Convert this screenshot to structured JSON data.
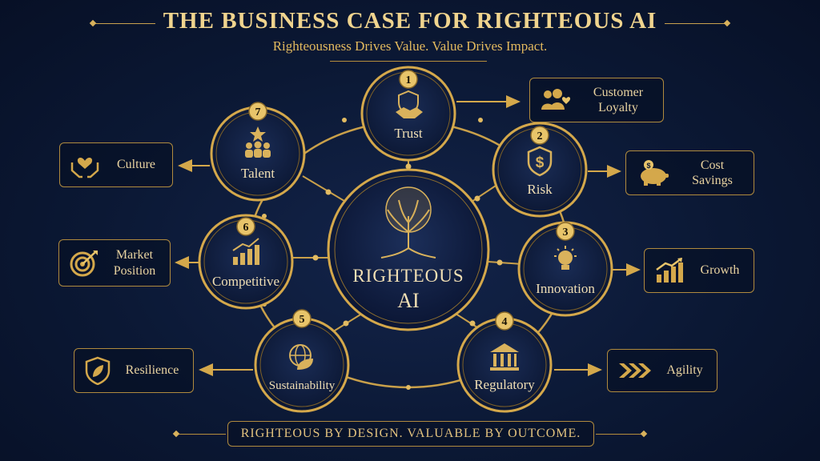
{
  "header": {
    "title": "THE BUSINESS CASE FOR RIGHTEOUS AI",
    "subtitle": "Righteousness Drives Value.  Value Drives Impact."
  },
  "center": {
    "line1": "RIGHTEOUS",
    "line2": "AI",
    "icon": "tree-icon"
  },
  "nodes": [
    {
      "number": "1",
      "label": "Trust",
      "icon": "handshake-shield-icon"
    },
    {
      "number": "2",
      "label": "Risk",
      "icon": "dollar-shield-icon"
    },
    {
      "number": "3",
      "label": "Innovation",
      "icon": "lightbulb-icon"
    },
    {
      "number": "4",
      "label": "Regulatory",
      "icon": "bank-building-icon"
    },
    {
      "number": "5",
      "label": "Sustainability",
      "icon": "globe-leaf-icon"
    },
    {
      "number": "6",
      "label": "Competitive",
      "icon": "bar-growth-icon"
    },
    {
      "number": "7",
      "label": "Talent",
      "icon": "people-star-icon"
    }
  ],
  "outcomes": {
    "customer_loyalty": {
      "line1": "Customer",
      "line2": "Loyalty",
      "icon": "people-heart-icon"
    },
    "cost_savings": {
      "line1": "Cost",
      "line2": "Savings",
      "icon": "piggy-bank-icon"
    },
    "growth": {
      "label": "Growth",
      "icon": "growth-chart-icon"
    },
    "agility": {
      "label": "Agility",
      "icon": "chevrons-icon"
    },
    "resilience": {
      "label": "Resilience",
      "icon": "shield-leaf-icon"
    },
    "market_position": {
      "line1": "Market",
      "line2": "Position",
      "icon": "target-icon"
    },
    "culture": {
      "label": "Culture",
      "icon": "hands-heart-icon"
    }
  },
  "footer": {
    "tagline": "RIGHTEOUS BY DESIGN.  VALUABLE BY OUTCOME."
  },
  "colors": {
    "gold": "#d4a84b",
    "background": "#0b1834",
    "text": "#f1dfb4"
  }
}
